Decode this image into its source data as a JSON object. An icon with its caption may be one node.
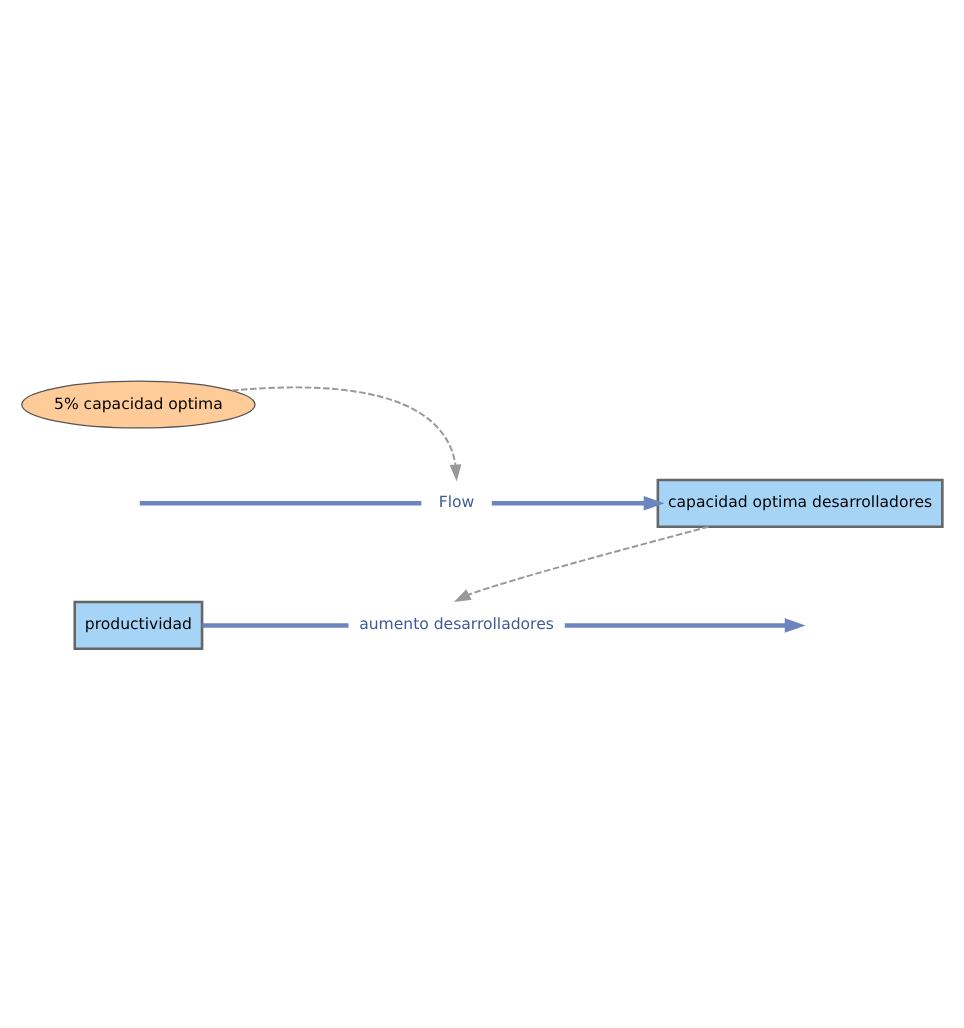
{
  "diagram": {
    "nodes": [
      {
        "text": [
          "5% capacidad optima"
        ]
      },
      {
        "text": [
          "Flow"
        ]
      },
      {
        "text": [
          "capacidad optima desarrolladores"
        ]
      },
      {
        "text": [
          "aumento desarrolladores"
        ]
      },
      {
        "text": [
          "productividad"
        ]
      }
    ],
    "edges": [
      {
        "from": null,
        "to": 1,
        "arrow": "none"
      },
      {
        "from": 1,
        "to": 2,
        "arrow": "to"
      },
      {
        "from": 0,
        "to": 1,
        "arrow": "to",
        "style": "dashed",
        "color": "#999999"
      },
      {
        "from": 2,
        "to": 3,
        "arrow": "to",
        "style": "dashed",
        "color": "#999999"
      },
      {
        "from": 4,
        "to": 3,
        "arrow": "none"
      },
      {
        "from": 3,
        "to": null,
        "arrow": "to"
      }
    ]
  }
}
